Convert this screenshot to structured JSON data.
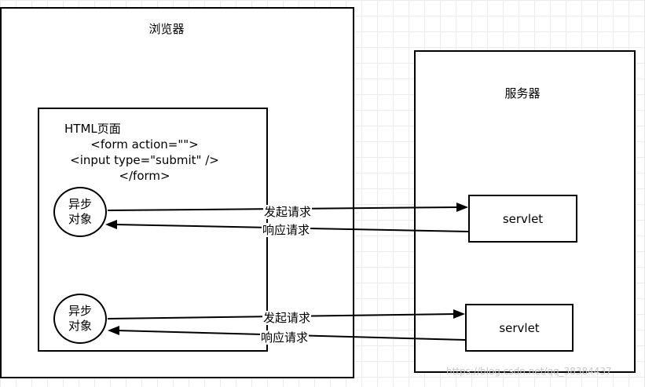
{
  "browser": {
    "title": "浏览器",
    "html_page": {
      "title": "HTML页面",
      "code_lines": [
        "<form action=\"\">",
        "<input type=\"submit\" />",
        "</form>"
      ]
    },
    "async_objects": [
      {
        "line1": "异步",
        "line2": "对象"
      },
      {
        "line1": "异步",
        "line2": "对象"
      }
    ]
  },
  "server": {
    "title": "服务器",
    "servlets": [
      {
        "label": "servlet"
      },
      {
        "label": "servlet"
      }
    ]
  },
  "connections": [
    {
      "request_label": "发起请求",
      "response_label": "响应请求"
    },
    {
      "request_label": "发起请求",
      "response_label": "响应请求"
    }
  ],
  "watermark": "https://blog.csdn.net/qq_38384437"
}
